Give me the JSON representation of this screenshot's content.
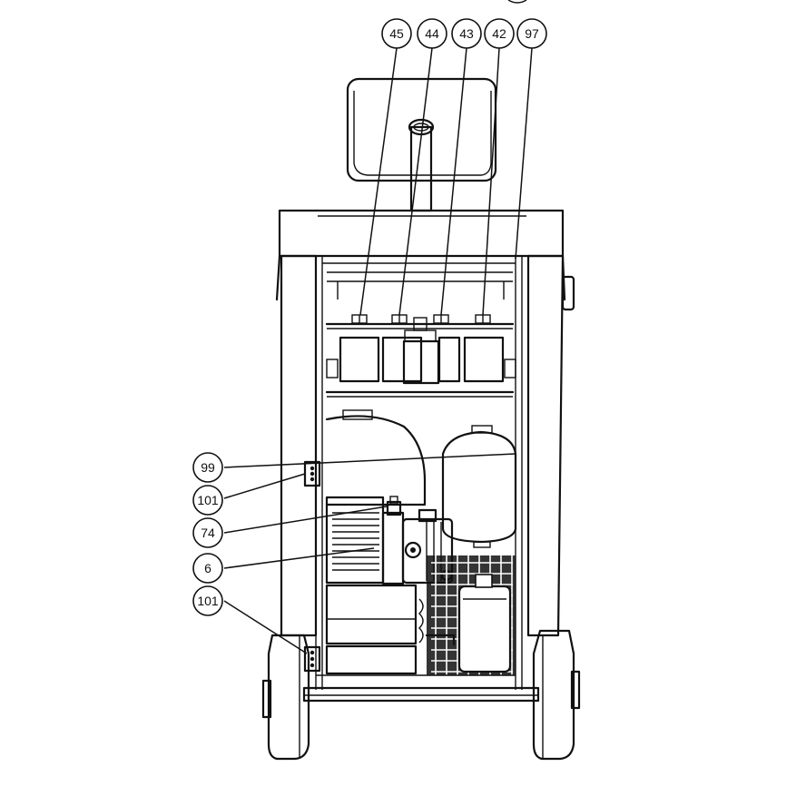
{
  "callouts": {
    "c45": "45",
    "c44": "44",
    "c43": "43",
    "c42": "42",
    "c97": "97",
    "c99": "99",
    "c101a": "101",
    "c74": "74",
    "c6": "6",
    "c101b": "101"
  },
  "colors": {
    "line": "#111111",
    "background": "#ffffff"
  }
}
